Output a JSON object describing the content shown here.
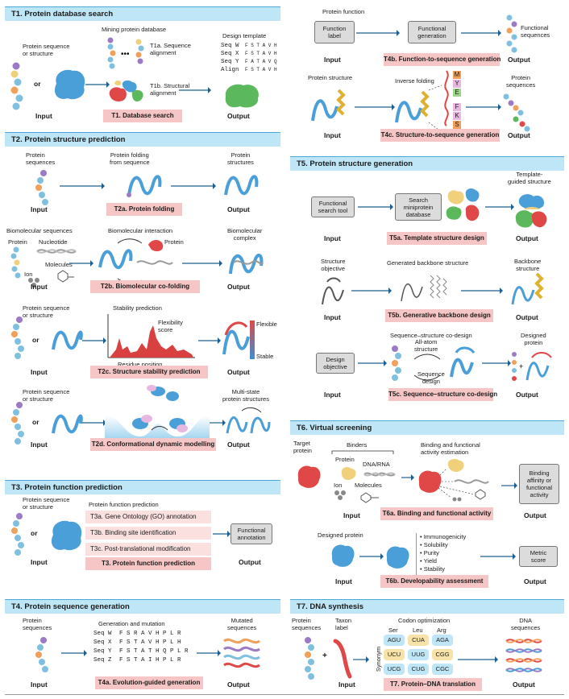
{
  "t1": {
    "header": "T1. Protein database search",
    "input_label": "Protein sequence\nor structure",
    "or": "or",
    "mining": "Mining protein database",
    "t1a": "T1a. Sequence\nalignment",
    "t1b": "T1b. Structural\nalignment",
    "design_template": "Design template",
    "seqs": [
      "Seq W",
      "Seq X",
      "Seq Y",
      "Align"
    ],
    "seq_vals": [
      "F S T A V H",
      "F S T A V H",
      "F A T A V Q",
      "F S T A V H"
    ],
    "input": "Input",
    "output": "Output",
    "banner": "T1.  Database search"
  },
  "t2": {
    "header": "T2. Protein structure prediction",
    "a_input_label": "Protein\nsequences",
    "a_mid": "Protein folding\nfrom sequence",
    "a_out_label": "Protein\nstructures",
    "a_banner": "T2a.  Protein folding",
    "b_title": "Biomolecular sequences",
    "b_protein": "Protein",
    "b_nucleotide": "Nucleotide",
    "b_ion": "Ion",
    "b_molecules": "Molecules",
    "b_mid": "Biomolecular interaction",
    "b_protein2": "Protein",
    "b_out": "Biomolecular\ncomplex",
    "b_banner": "T2b.  Biomolecular co-folding",
    "c_input": "Protein sequence\nor structure",
    "c_or": "or",
    "c_stability": "Stability prediction",
    "c_flex": "Flexibility\nscore",
    "c_residue": "Residue position",
    "c_flexible": "Flexible",
    "c_stable": "Stable",
    "c_banner": "T2c.  Structure stability prediction",
    "d_input": "Protein sequence\nor structure",
    "d_or": "or",
    "d_out": "Multi-state\nprotein structures",
    "d_banner": "T2d.  Conformational dynamic modelling",
    "input": "Input",
    "output": "Output"
  },
  "t3": {
    "header": "T3. Protein function prediction",
    "input_label": "Protein sequence\nor structure",
    "or": "or",
    "mid": "Protein function prediction",
    "items": [
      "T3a. Gene Ontology (GO) annotation",
      "T3b. Binding site identification",
      "T3c. Post-translational modification"
    ],
    "out_box": "Functional\nannotation",
    "banner": "T3.  Protein function prediction",
    "input": "Input",
    "output": "Output"
  },
  "t4": {
    "header": "T4. Protein sequence generation",
    "input_label": "Protein\nsequences",
    "mid": "Generation and mutation",
    "seqs": [
      "Seq W",
      "Seq X",
      "Seq Y",
      "Seq Z"
    ],
    "seq_vals": [
      "F S R A V H P L R",
      "F S T A V H P L H",
      "F S T A T H Q P L R",
      "F S T A I H P L R"
    ],
    "out_label": "Mutated\nsequences",
    "banner": "T4a.  Evolution-guided generation",
    "input": "Input",
    "output": "Output",
    "b_top": "Protein function",
    "b_box1": "Function\nlabel",
    "b_box2": "Functional\ngeneration",
    "b_out": "Functional\nsequences",
    "b_banner": "T4b.  Function-to-sequence generation",
    "c_in": "Protein structure",
    "c_mid": "Inverse folding",
    "c_letters": [
      "M",
      "Y",
      "E",
      "F",
      "K",
      "S"
    ],
    "c_out": "Protein\nsequences",
    "c_banner": "T4c.  Structure-to-sequence generation"
  },
  "t5": {
    "header": "T5. Protein structure generation",
    "a_box1": "Functional\nsearch tool",
    "a_box2": "Search\nminiprotein\ndatabase",
    "a_out": "Template-\nguided structure",
    "a_banner": "T5a.  Template structure design",
    "b_in": "Structure\nobjective",
    "b_mid": "Generated backbone structure",
    "b_out": "Backbone\nstructure",
    "b_banner": "T5b.  Generative backbone design",
    "c_mid": "Sequence–structure co-design",
    "c_box": "Design\nobjective",
    "c_allatom": "All-atom\nstructure",
    "c_seqdes": "Sequence\ndesign",
    "c_out": "Designed\nprotein",
    "c_banner": "T5c.  Sequence–structure co-design",
    "input": "Input",
    "output": "Output"
  },
  "t6": {
    "header": "T6. Virtual screening",
    "target": "Target\nprotein",
    "binders": "Binders",
    "protein": "Protein",
    "dna": "DNA/RNA",
    "ion": "Ion",
    "molecules": "Molecules",
    "estimation": "Binding and functional\nactivity estimation",
    "out_box": "Binding\naffinity or\nfunctional\nactivity",
    "a_banner": "T6a.  Binding and functional activity",
    "designed": "Designed protein",
    "bullets": [
      "Immunogenicity",
      "Solubility",
      "Purity",
      "Yield",
      "Stability"
    ],
    "metric": "Metric\nscore",
    "b_banner": "T6b.  Developability assessment",
    "input": "Input",
    "output": "Output"
  },
  "t7": {
    "header": "T7. DNA synthesis",
    "in1": "Protein\nsequences",
    "in2": "Taxon\nlabel",
    "codon": "Codon optimization",
    "aa": [
      "Ser",
      "Leu",
      "Arg"
    ],
    "synonym": "Synonym",
    "codons": [
      [
        "AGU",
        "CUA",
        "AGA"
      ],
      [
        "UCU",
        "UUG",
        "CGG"
      ],
      [
        "UCG",
        "CUG",
        "CGC"
      ]
    ],
    "out": "DNA\nsequences",
    "banner": "T7.  Protein–DNA translation",
    "input": "Input",
    "output": "Output"
  }
}
